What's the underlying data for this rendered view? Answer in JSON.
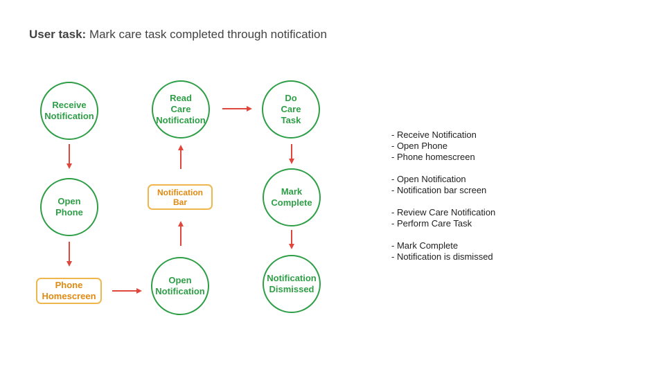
{
  "header": {
    "prefix": "User task:",
    "text": " Mark care task completed through notification"
  },
  "nodes": {
    "receive_notification": "Receive\nNotification",
    "open_phone": "Open\nPhone",
    "phone_homescreen": "Phone\nHomescreen",
    "open_notification": "Open\nNotification",
    "notification_bar": "Notification\nBar",
    "read_care_notification": "Read\nCare\nNotification",
    "do_care_task": "Do\nCare\nTask",
    "mark_complete": "Mark\nComplete",
    "notification_dismissed": "Notification\nDismissed"
  },
  "steps": [
    [
      "- Receive Notification",
      "- Open Phone",
      "- Phone homescreen"
    ],
    [
      "- Open Notification",
      "- Notification bar screen"
    ],
    [
      "- Review Care Notification",
      "- Perform Care Task"
    ],
    [
      "- Mark Complete",
      "- Notification is dismissed"
    ]
  ],
  "colors": {
    "circle": "#2e9e46",
    "rect_border": "#f0b64e",
    "rect_text": "#e08a12",
    "arrow": "#e0473c"
  }
}
